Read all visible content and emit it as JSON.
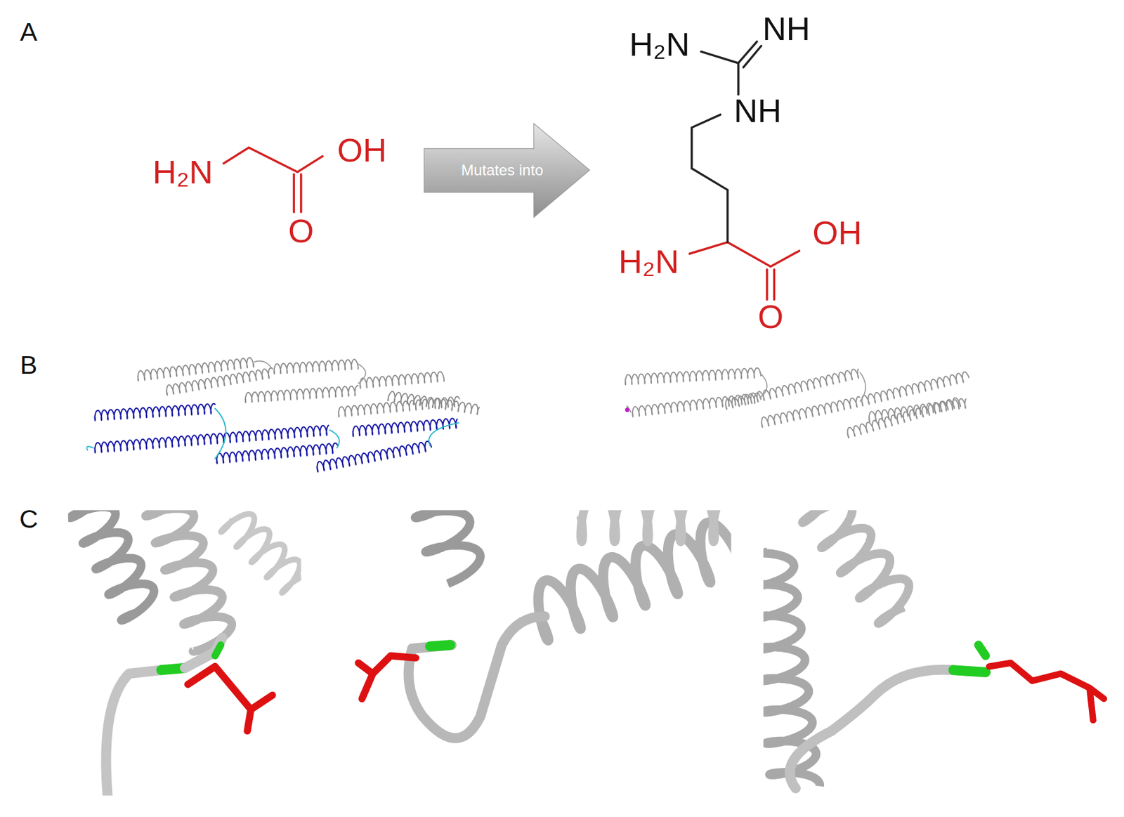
{
  "diagram": {
    "nodes": [
      {
        "text": [
          "Mutates into"
        ]
      }
    ],
    "labels": [
      "A",
      "H₂N",
      "OH",
      "O",
      "H₂N",
      "NH",
      "NH",
      "H₂N",
      "OH",
      "O",
      "B",
      "C"
    ]
  }
}
